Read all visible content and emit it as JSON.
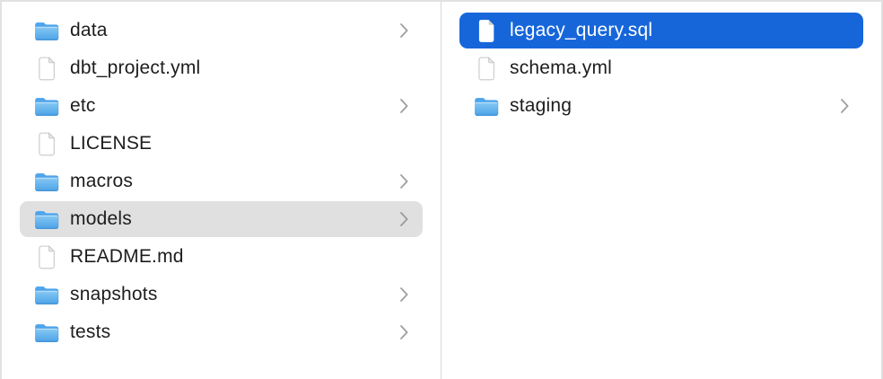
{
  "colors": {
    "background": "#ffffff",
    "window_border": "#e2e2e2",
    "column_divider": "#d9d9d9",
    "selection_active_blue": "#1666da",
    "selection_inactive_gray": "#e0e0e0",
    "text": "#1d1d1f",
    "selected_text": "#ffffff",
    "chevron": "#9f9f9f",
    "folder_blue_top": "#83c7f3",
    "folder_blue_bottom": "#51a5e7"
  },
  "columns": [
    {
      "items": [
        {
          "label": "data",
          "type": "folder",
          "icon": "folder-icon",
          "chevron": true,
          "selected": false
        },
        {
          "label": "dbt_project.yml",
          "type": "file",
          "icon": "document-icon",
          "chevron": false,
          "selected": false
        },
        {
          "label": "etc",
          "type": "folder",
          "icon": "folder-icon",
          "chevron": true,
          "selected": false
        },
        {
          "label": "LICENSE",
          "type": "file",
          "icon": "document-icon",
          "chevron": false,
          "selected": false
        },
        {
          "label": "macros",
          "type": "folder",
          "icon": "folder-icon",
          "chevron": true,
          "selected": false
        },
        {
          "label": "models",
          "type": "folder",
          "icon": "folder-icon",
          "chevron": true,
          "selected": true,
          "selection_style": "inactive-gray"
        },
        {
          "label": "README.md",
          "type": "file",
          "icon": "document-icon",
          "chevron": false,
          "selected": false
        },
        {
          "label": "snapshots",
          "type": "folder",
          "icon": "folder-icon",
          "chevron": true,
          "selected": false
        },
        {
          "label": "tests",
          "type": "folder",
          "icon": "folder-icon",
          "chevron": true,
          "selected": false
        }
      ]
    },
    {
      "items": [
        {
          "label": "legacy_query.sql",
          "type": "file",
          "icon": "document-icon",
          "chevron": false,
          "selected": true,
          "selection_style": "active-blue"
        },
        {
          "label": "schema.yml",
          "type": "file",
          "icon": "document-icon",
          "chevron": false,
          "selected": false
        },
        {
          "label": "staging",
          "type": "folder",
          "icon": "folder-icon",
          "chevron": true,
          "selected": false
        }
      ]
    }
  ]
}
